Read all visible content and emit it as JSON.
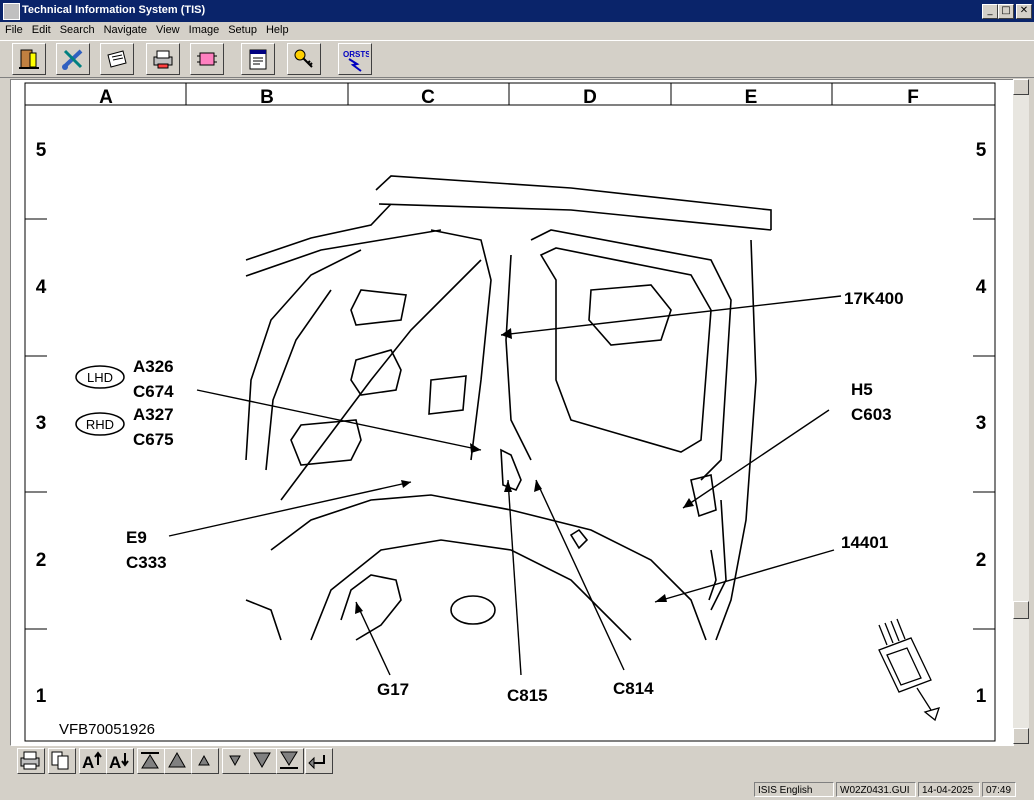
{
  "window": {
    "title": "Technical Information System (TIS)"
  },
  "menu": [
    "File",
    "Edit",
    "Search",
    "Navigate",
    "View",
    "Image",
    "Setup",
    "Help"
  ],
  "toolbar_icons": [
    "exit-icon",
    "tools-icon",
    "document-icon",
    "printer-icon",
    "component-icon",
    "report-icon",
    "key-icon",
    "orsts-icon"
  ],
  "toolbar_orsts_label": "ORSTS",
  "diagram": {
    "columns": [
      "A",
      "B",
      "C",
      "D",
      "E",
      "F"
    ],
    "rows": [
      "5",
      "4",
      "3",
      "2",
      "1"
    ],
    "labels": {
      "l17k400": "17K400",
      "h5": "H5",
      "c603": "C603",
      "a326": "A326",
      "c674": "C674",
      "a327": "A327",
      "c675": "C675",
      "e9": "E9",
      "c333": "C333",
      "l14401": "14401",
      "g17": "G17",
      "c815": "C815",
      "c814": "C814"
    },
    "lhd": "LHD",
    "rhd": "RHD",
    "figure_id": "VFB70051926"
  },
  "bottom_icons": [
    "print-icon",
    "copy-icon",
    "text-larger-icon",
    "text-smaller-icon",
    "first-page-icon",
    "page-up-icon",
    "line-up-icon",
    "line-down-icon",
    "page-down-icon",
    "last-page-icon",
    "return-icon"
  ],
  "status": {
    "language": "ISIS English",
    "file": "W02Z0431.GUI",
    "date": "14-04-2025",
    "time": "07:49"
  }
}
